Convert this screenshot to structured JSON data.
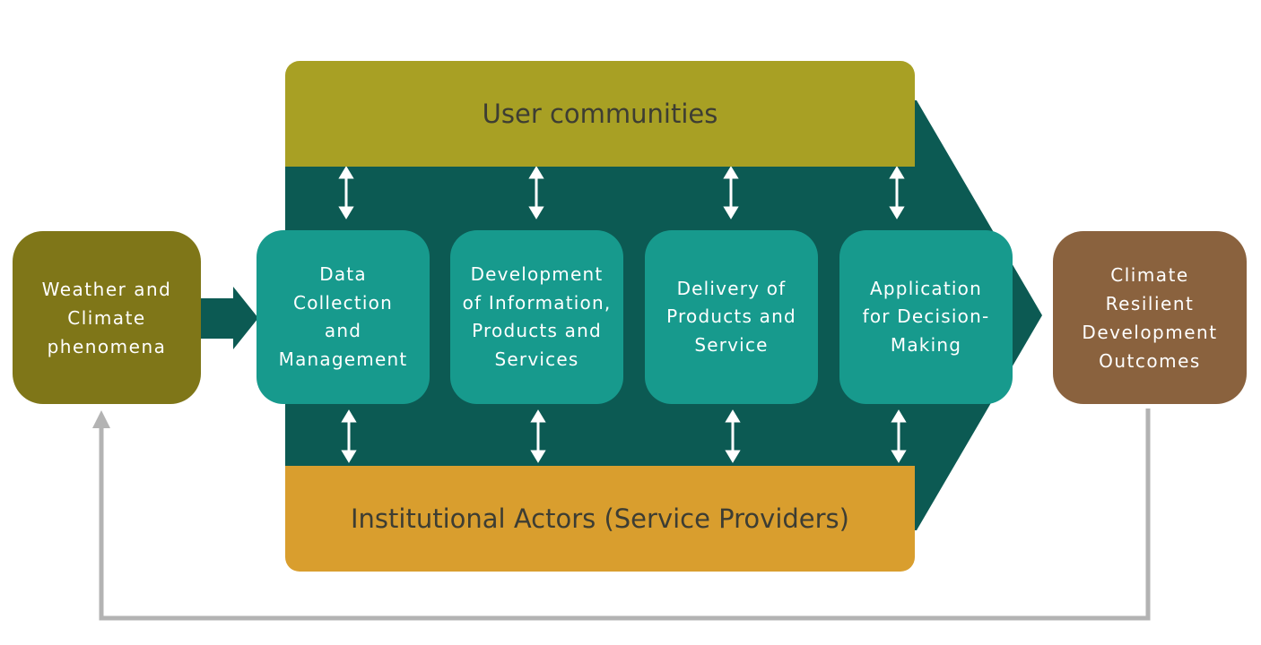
{
  "top_band": {
    "label": "User communities"
  },
  "bottom_band": {
    "label": "Institutional Actors (Service Providers)"
  },
  "input": {
    "label": "Weather and\nClimate\nphenomena"
  },
  "output": {
    "label": "Climate\nResilient\nDevelopment\nOutcomes"
  },
  "stages": [
    {
      "label": "Data\nCollection\nand\nManagement"
    },
    {
      "label": "Development\nof Information,\nProducts and\nServices"
    },
    {
      "label": "Delivery of\nProducts and\nService"
    },
    {
      "label": "Application\nfor Decision-\nMaking"
    }
  ],
  "colors": {
    "flow_arrow": "#0c5a53",
    "stage": "#179a8d",
    "top_band": "#a8a024",
    "bottom_band": "#d99e2e",
    "input_box": "#7f7618",
    "output_box": "#8a623e",
    "feedback_line": "#b3b3b3"
  }
}
